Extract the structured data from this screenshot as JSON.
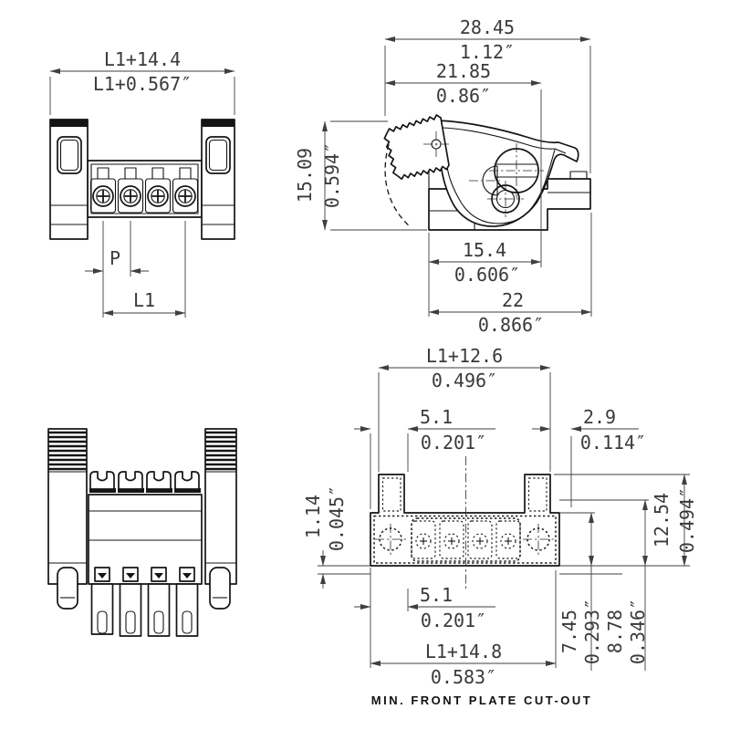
{
  "caption": "MIN. FRONT PLATE CUT-OUT",
  "front": {
    "width_mm": "L1+14.4",
    "width_in": "L1+0.567″",
    "pitch_label": "P",
    "length_label": "L1"
  },
  "side": {
    "overall_mm": "28.45",
    "overall_in": "1.12″",
    "lever_mm": "21.85",
    "lever_in": "0.86″",
    "height_mm": "15.09",
    "height_in": "0.594″",
    "depth_mm": "15.4",
    "depth_in": "0.606″",
    "base_mm": "22",
    "base_in": "0.866″"
  },
  "cutout": {
    "width_mm": "L1+12.6",
    "width_in": "0.496″",
    "notch_top_mm": "5.1",
    "notch_top_in": "0.201″",
    "edge_mm": "2.9",
    "edge_in": "0.114″",
    "offset_mm": "1.14",
    "offset_in": "0.045″",
    "height_mm": "12.54",
    "height_in": "0.494″",
    "h1_mm": "7.45",
    "h1_in": "0.293″",
    "h2_mm": "8.78",
    "h2_in": "0.346″",
    "notch_bot_mm": "5.1",
    "notch_bot_in": "0.201″",
    "total_mm": "L1+14.8",
    "total_in": "0.583″"
  }
}
